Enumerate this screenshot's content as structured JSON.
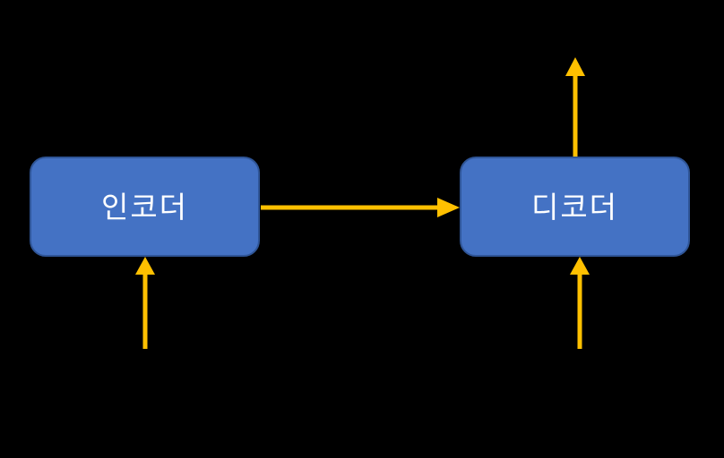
{
  "diagram": {
    "title": "encoder-decoder-architecture",
    "nodes": [
      {
        "id": "encoder",
        "label": "인코더"
      },
      {
        "id": "decoder",
        "label": "디코더"
      }
    ],
    "arrows": [
      {
        "id": "encoder-input-arrow",
        "direction": "up",
        "from": "below",
        "to": "encoder"
      },
      {
        "id": "encoder-to-decoder-arrow",
        "direction": "right",
        "from": "encoder",
        "to": "decoder"
      },
      {
        "id": "decoder-input-arrow",
        "direction": "up",
        "from": "below",
        "to": "decoder"
      },
      {
        "id": "decoder-output-arrow",
        "direction": "up",
        "from": "decoder",
        "to": "above"
      }
    ]
  },
  "colors": {
    "background": "#000000",
    "node_fill": "#4472C4",
    "node_border": "#2F5597",
    "node_text": "#FFFFFF",
    "arrow": "#FFC000"
  }
}
